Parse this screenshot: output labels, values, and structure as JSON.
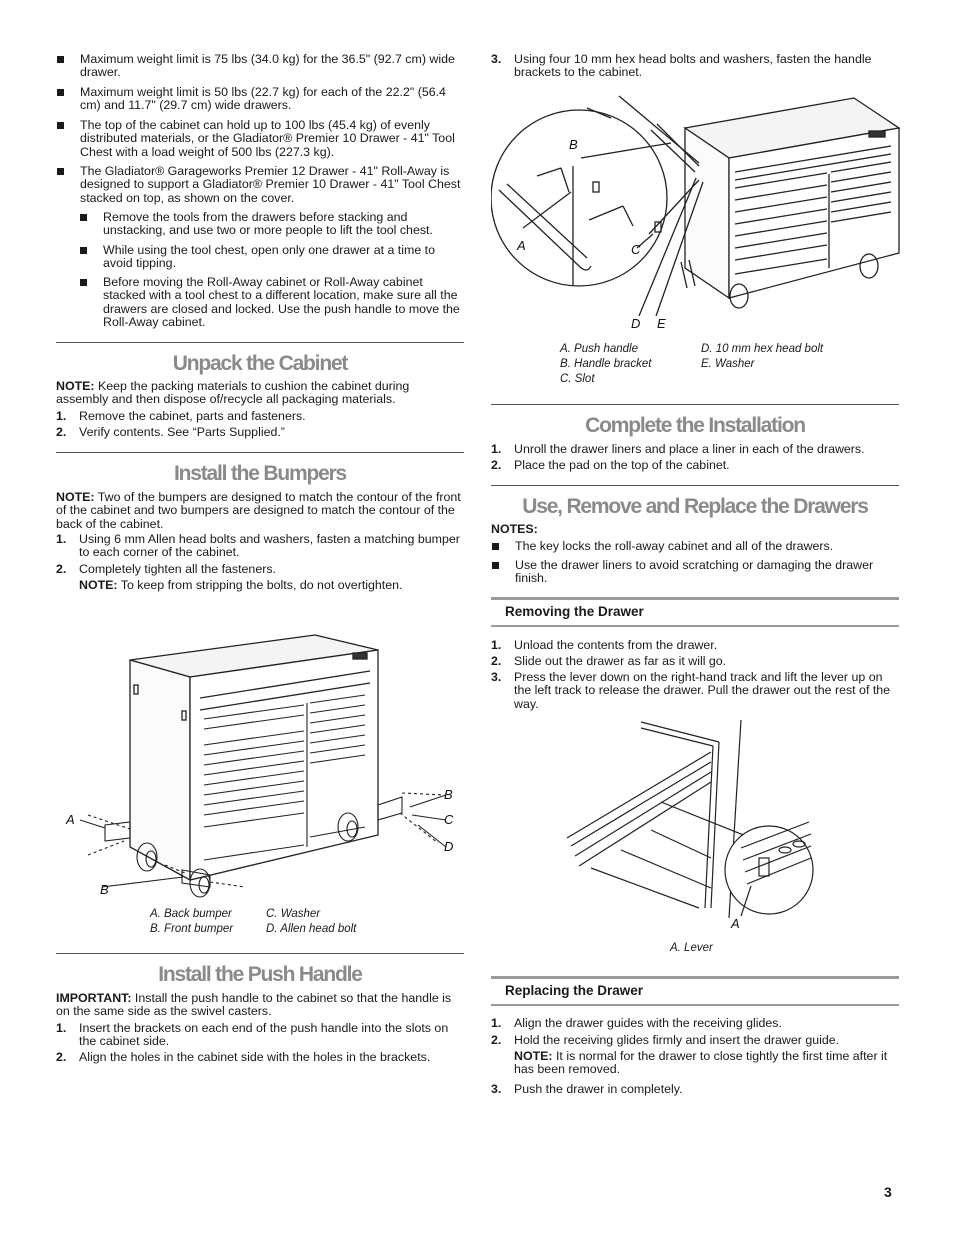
{
  "intro_bullets": [
    "Maximum weight limit is 75 lbs (34.0 kg) for the 36.5\" (92.7 cm) wide drawer.",
    "Maximum weight limit is 50 lbs (22.7 kg) for each of the 22.2\" (56.4 cm) and 11.7\" (29.7 cm) wide drawers.",
    "The top of the cabinet can hold up to 100 lbs (45.4 kg) of evenly distributed materials, or the Gladiator® Premier 10 Drawer - 41\" Tool Chest with a load weight of 500 lbs (227.3 kg).",
    "The Gladiator® Garageworks Premier 12 Drawer - 41\" Roll-Away is designed to support a Gladiator® Premier 10 Drawer - 41\" Tool Chest stacked on top, as shown on the cover."
  ],
  "sub_bullets": [
    "Remove the tools from the drawers before stacking and unstacking, and use two or more people to lift the tool chest.",
    "While using the tool chest, open only one drawer at a time to avoid tipping.",
    "Before moving the Roll-Away cabinet or Roll-Away cabinet stacked with a tool chest to a different location, make sure all the drawers are closed and locked. Use the push handle to move the Roll-Away cabinet."
  ],
  "unpack": {
    "title": "Unpack the Cabinet",
    "note_label": "NOTE:",
    "note": " Keep the packing materials to cushion the cabinet during assembly and then dispose of/recycle all packaging materials.",
    "steps": [
      "Remove the cabinet, parts and fasteners.",
      "Verify contents. See “Parts Supplied.”"
    ]
  },
  "bumpers": {
    "title": "Install the Bumpers",
    "note_label": "NOTE:",
    "note": " Two of the bumpers are designed to match the contour of the front of the cabinet and two bumpers are designed to match the contour of the back of the cabinet.",
    "steps": [
      "Using 6 mm Allen head bolts and washers, fasten a matching bumper to each corner of the cabinet.",
      "Completely tighten all the fasteners."
    ],
    "step2_note_label": "NOTE:",
    "step2_note": " To keep from stripping the bolts, do not overtighten.",
    "fig_letters": [
      "A",
      "B",
      "B",
      "C",
      "D"
    ],
    "caption": [
      "A. Back bumper",
      "B. Front bumper",
      "C. Washer",
      "D. Allen head bolt"
    ]
  },
  "push_handle": {
    "title": "Install the Push Handle",
    "important_label": "IMPORTANT:",
    "important": " Install the push handle to the cabinet so that the handle is on the same side as the swivel casters.",
    "steps": [
      "Insert the brackets on each end of the push handle into the slots on the cabinet side.",
      "Align the holes in the cabinet side with the holes in the brackets.",
      "Using four 10 mm hex head bolts and washers, fasten the handle brackets to the cabinet."
    ],
    "fig_letters": [
      "B",
      "A",
      "C",
      "D",
      "E"
    ],
    "caption": [
      "A. Push handle",
      "B. Handle bracket",
      "C. Slot",
      "D. 10 mm hex head bolt",
      "E. Washer"
    ]
  },
  "complete": {
    "title": "Complete the Installation",
    "steps": [
      "Unroll the drawer liners and place a liner in each of the drawers.",
      "Place the pad on the top of the cabinet."
    ]
  },
  "drawers": {
    "title": "Use, Remove and Replace the Drawers",
    "notes_label": "NOTES:",
    "notes": [
      "The key locks the roll-away cabinet and all of the drawers.",
      "Use the drawer liners to avoid scratching or damaging the drawer finish."
    ],
    "removing_title": "Removing the Drawer",
    "removing_steps": [
      "Unload the contents from the drawer.",
      "Slide out the drawer as far as it will go.",
      "Press the lever down on the right-hand track and lift the lever up on the left track to release the drawer. Pull the drawer out the rest of the way."
    ],
    "fig_letter": "A",
    "caption": "A. Lever",
    "replacing_title": "Replacing the Drawer",
    "replacing_steps": [
      "Align the drawer guides with the receiving glides.",
      "Hold the receiving glides firmly and insert the drawer guide.",
      "Push the drawer in completely."
    ],
    "step2_note_label": "NOTE:",
    "step2_note": " It is normal for the drawer to close tightly the first time after it has been removed."
  },
  "page_number": "3"
}
